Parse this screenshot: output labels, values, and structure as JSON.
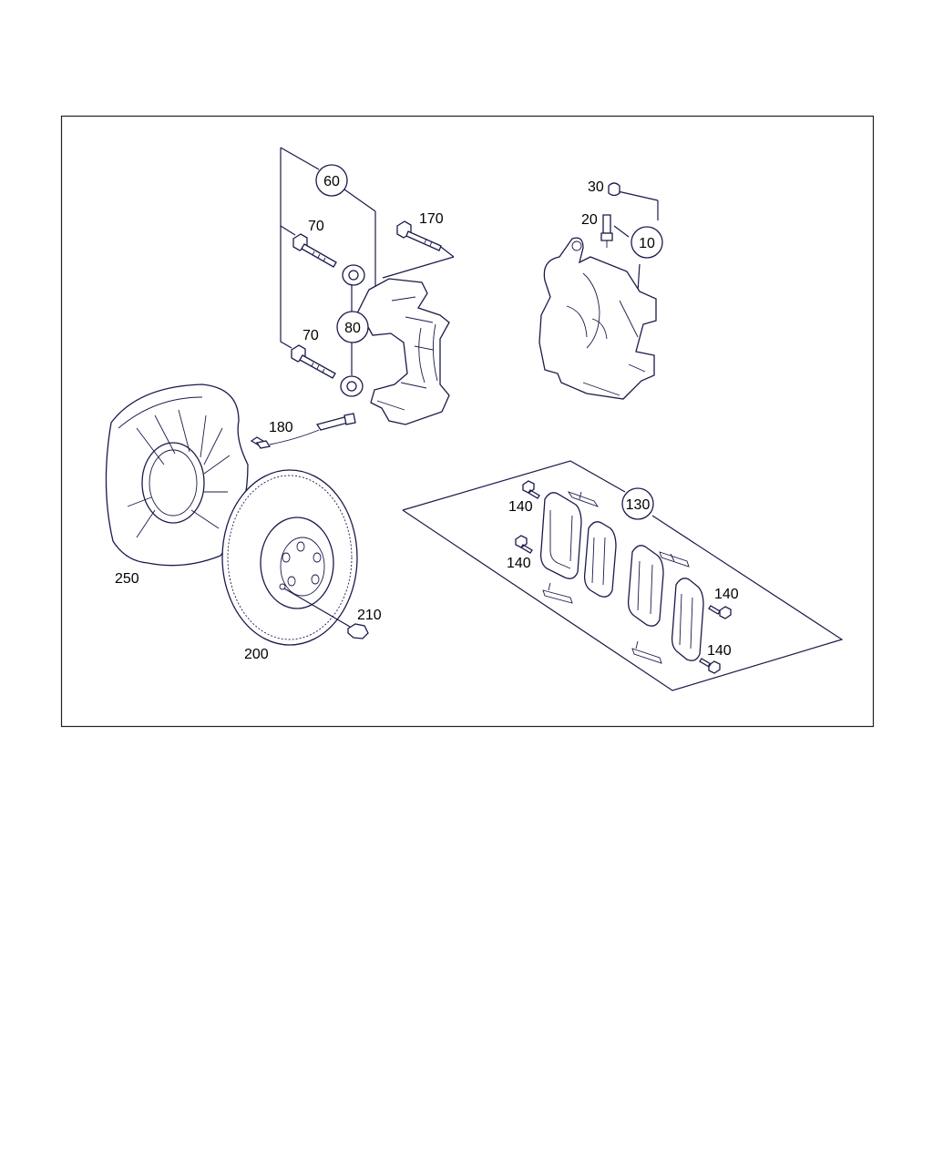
{
  "diagram": {
    "labels": {
      "p10": "10",
      "p20": "20",
      "p30": "30",
      "p60": "60",
      "p70a": "70",
      "p70b": "70",
      "p80": "80",
      "p130": "130",
      "p140a": "140",
      "p140b": "140",
      "p140c": "140",
      "p140d": "140",
      "p170": "170",
      "p180": "180",
      "p200": "200",
      "p210": "210",
      "p250": "250"
    }
  }
}
